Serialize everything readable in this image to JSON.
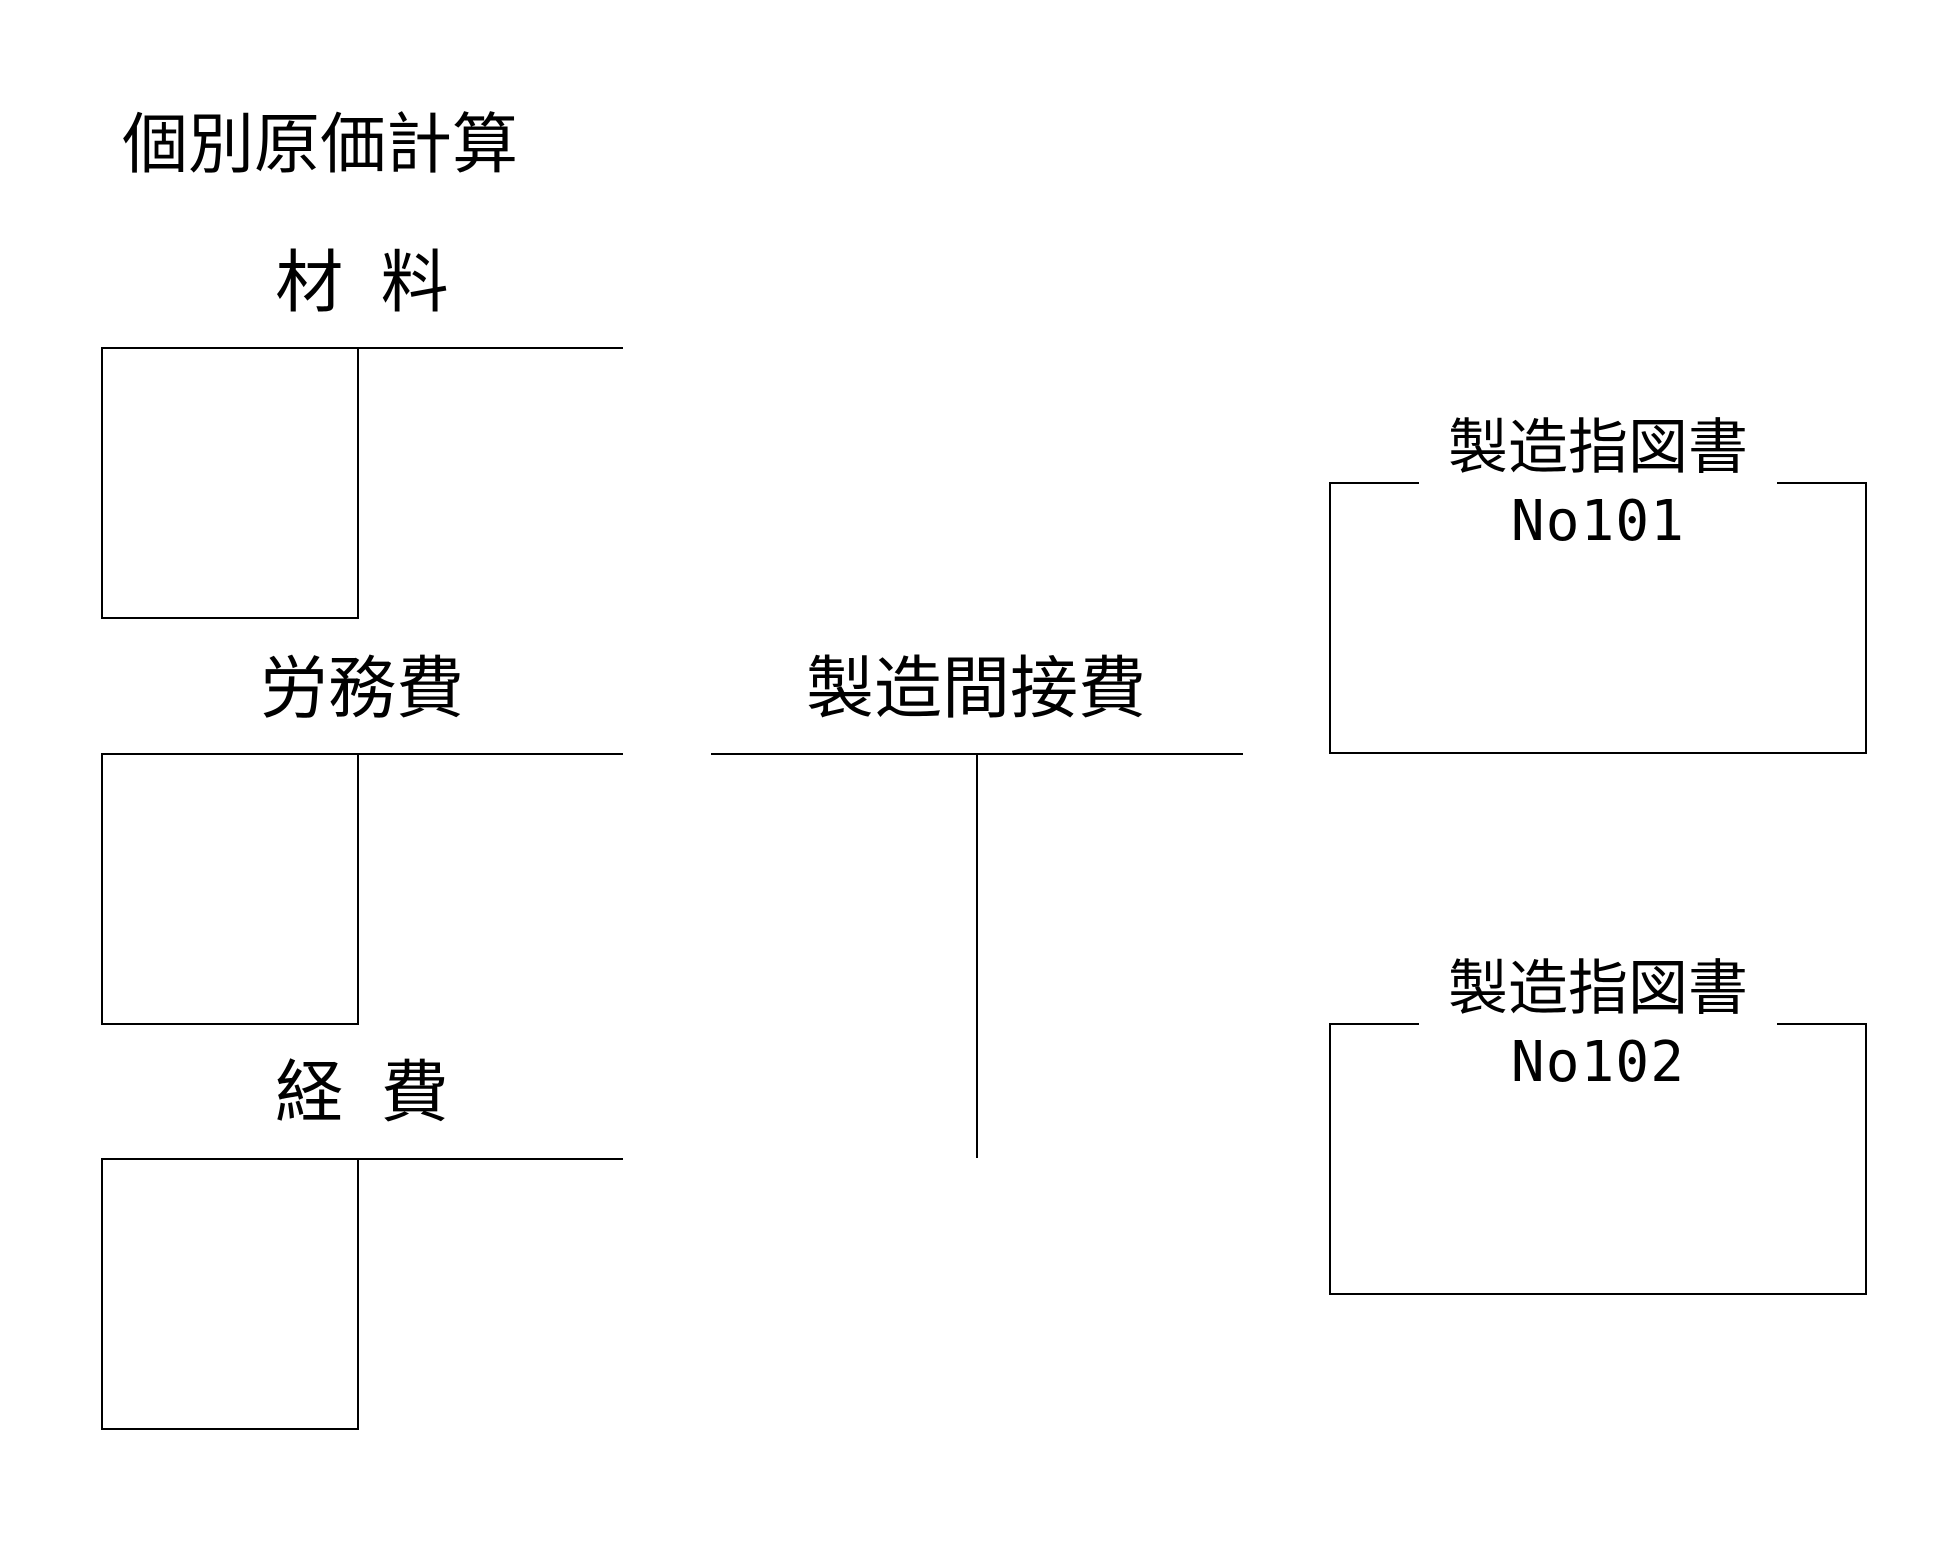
{
  "title": "個別原価計算",
  "accounts": {
    "materials": "材料",
    "labor": "労務費",
    "expenses": "経費",
    "overhead": "製造間接費"
  },
  "job_orders": [
    {
      "caption": "製造指図書",
      "number": "No101"
    },
    {
      "caption": "製造指図書",
      "number": "No102"
    }
  ]
}
